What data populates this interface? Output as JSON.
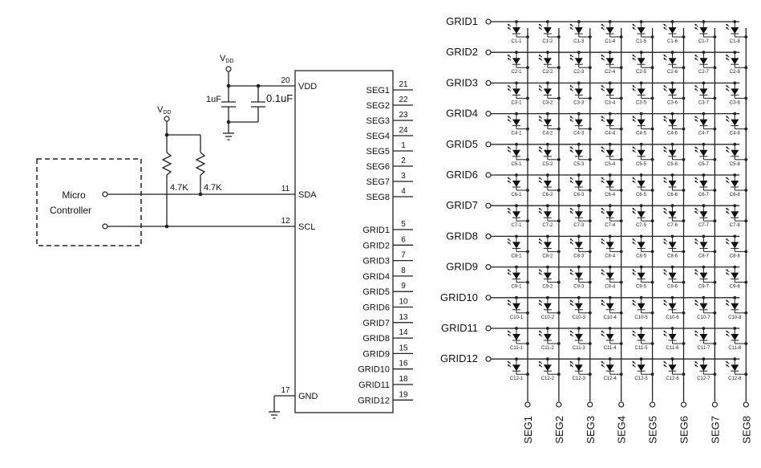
{
  "supply": {
    "vdd_label": "V",
    "vdd_sub": "DD"
  },
  "controller": {
    "line1": "Micro",
    "line2": "Controller"
  },
  "caps": {
    "c1": "1uF",
    "c2": "0.1uF"
  },
  "resistors": {
    "r1": "4.7K",
    "r2": "4.7K"
  },
  "ic": {
    "left_pins": [
      {
        "num": "20",
        "name": "VDD"
      },
      {
        "num": "11",
        "name": "SDA"
      },
      {
        "num": "12",
        "name": "SCL"
      },
      {
        "num": "17",
        "name": "GND"
      }
    ],
    "seg_pins": [
      {
        "name": "SEG1",
        "num": "21"
      },
      {
        "name": "SEG2",
        "num": "22"
      },
      {
        "name": "SEG3",
        "num": "23"
      },
      {
        "name": "SEG4",
        "num": "24"
      },
      {
        "name": "SEG5",
        "num": "1"
      },
      {
        "name": "SEG6",
        "num": "2"
      },
      {
        "name": "SEG7",
        "num": "3"
      },
      {
        "name": "SEG8",
        "num": "4"
      }
    ],
    "grid_pins": [
      {
        "name": "GRID1",
        "num": "5"
      },
      {
        "name": "GRID2",
        "num": "6"
      },
      {
        "name": "GRID3",
        "num": "7"
      },
      {
        "name": "GRID4",
        "num": "8"
      },
      {
        "name": "GRID5",
        "num": "9"
      },
      {
        "name": "GRID6",
        "num": "10"
      },
      {
        "name": "GRID7",
        "num": "13"
      },
      {
        "name": "GRID8",
        "num": "14"
      },
      {
        "name": "GRID9",
        "num": "15"
      },
      {
        "name": "GRID10",
        "num": "16"
      },
      {
        "name": "GRID11",
        "num": "18"
      },
      {
        "name": "GRID12",
        "num": "19"
      }
    ]
  },
  "matrix": {
    "rows": [
      "GRID1",
      "GRID2",
      "GRID3",
      "GRID4",
      "GRID5",
      "GRID6",
      "GRID7",
      "GRID8",
      "GRID9",
      "GRID10",
      "GRID11",
      "GRID12"
    ],
    "cols": [
      "SEG1",
      "SEG2",
      "SEG3",
      "SEG4",
      "SEG5",
      "SEG6",
      "SEG7",
      "SEG8"
    ]
  }
}
